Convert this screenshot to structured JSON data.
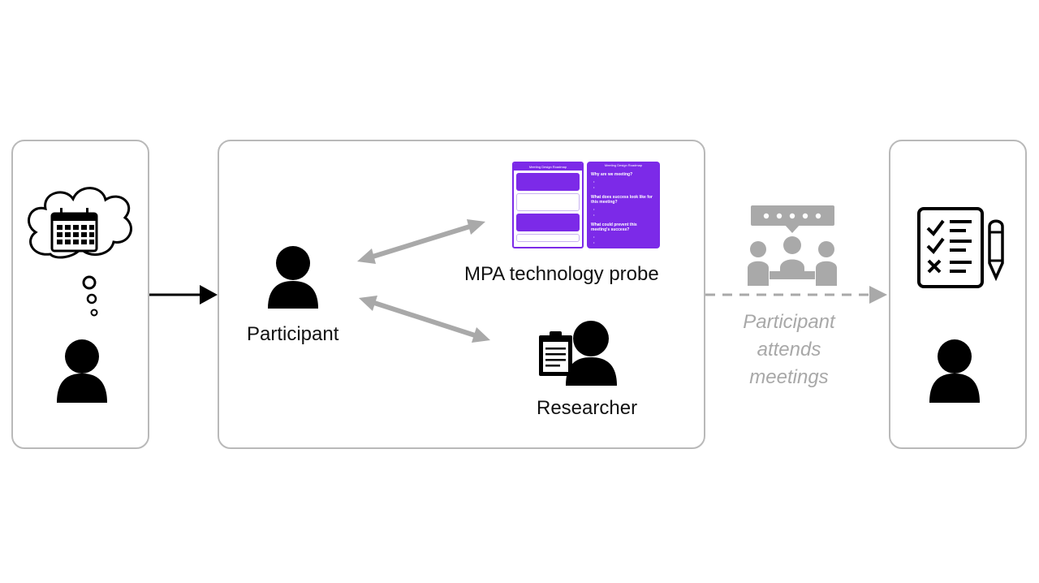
{
  "labels": {
    "participant": "Participant",
    "probe": "MPA technology probe",
    "researcher": "Researcher",
    "attends": [
      "Participant",
      "attends",
      "meetings"
    ]
  },
  "probe_screenshot": {
    "left_title": "Meeting Design Roadmap",
    "right_title": "Meeting Design Roadmap",
    "questions": [
      "Why are we meeting?",
      "What does success look like for this meeting?",
      "What could prevent this meeting's success?"
    ]
  },
  "colors": {
    "ink": "#000000",
    "panel_border": "#b9b9b9",
    "gray_arrow": "#a9a9a9",
    "attends_text": "#a8a8a8",
    "probe_purple": "#7c2ae8"
  },
  "icons": [
    "thought-bubble-calendar-icon",
    "person-icon",
    "researcher-clipboard-icon",
    "meeting-group-icon",
    "checklist-pencil-icon"
  ]
}
